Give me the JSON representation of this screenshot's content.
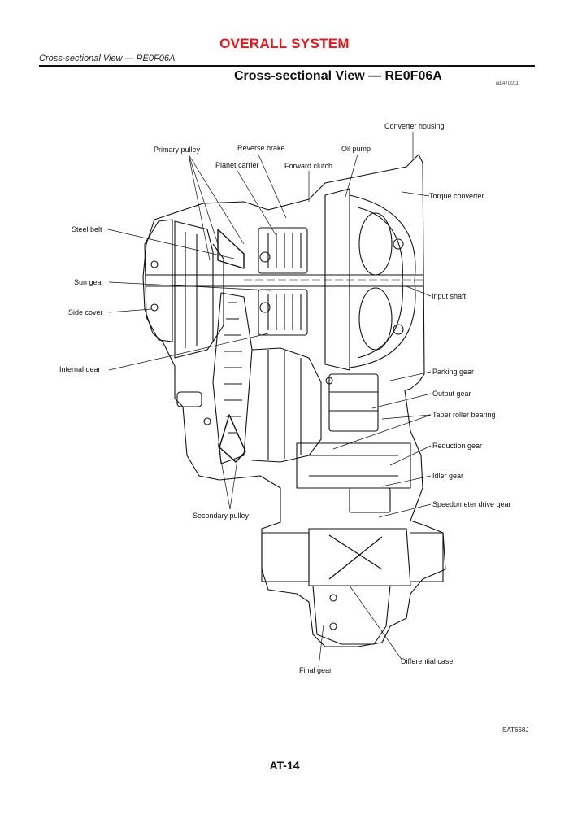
{
  "header": {
    "section_title": "OVERALL SYSTEM",
    "running_head": "Cross-sectional View — RE0F06A"
  },
  "page": {
    "heading": "Cross-sectional View — RE0F06A",
    "reference_code": "NLAT0011",
    "figure_code": "SAT668J",
    "page_number": "AT-14"
  },
  "figure": {
    "labels": {
      "converter_housing": "Converter housing",
      "primary_pulley": "Primary pulley",
      "reverse_brake": "Reverse brake",
      "oil_pump": "Oil pump",
      "planet_carrier": "Planet carrier",
      "forward_clutch": "Forward clutch",
      "torque_converter": "Torque converter",
      "steel_belt": "Steel belt",
      "sun_gear": "Sun gear",
      "input_shaft": "Input shaft",
      "side_cover": "Side cover",
      "internal_gear": "Internal gear",
      "parking_gear": "Parking gear",
      "output_gear": "Output gear",
      "taper_roller_bearing": "Taper roller bearing",
      "reduction_gear": "Reduction gear",
      "idler_gear": "Idler gear",
      "speedometer_drive_gear": "Speedometer drive gear",
      "secondary_pulley": "Secondary pulley",
      "differential_case": "Differential case",
      "final_gear": "Final gear"
    }
  }
}
